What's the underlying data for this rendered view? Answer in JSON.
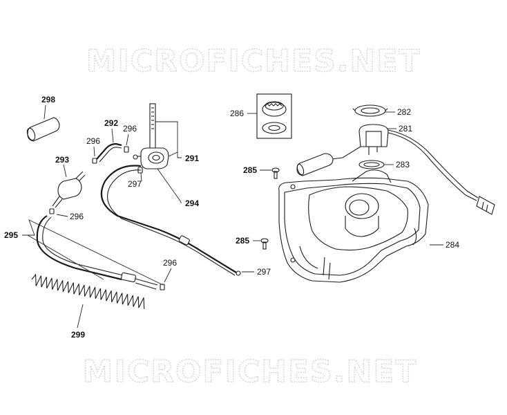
{
  "watermark": {
    "top": "MICROFICHES.NET",
    "bottom": "MICROFICHES.NET"
  },
  "callouts": {
    "c298": "298",
    "c292": "292",
    "c296a": "296",
    "c296b": "296",
    "c291": "291",
    "c293": "293",
    "c297a": "297",
    "c294": "294",
    "c295": "295",
    "c296c": "296",
    "c296d": "296",
    "c297b": "297",
    "c299": "299",
    "c286": "286",
    "c282": "282",
    "c281": "281",
    "c283": "283",
    "c285a": "285",
    "c285b": "285",
    "c284": "284"
  }
}
